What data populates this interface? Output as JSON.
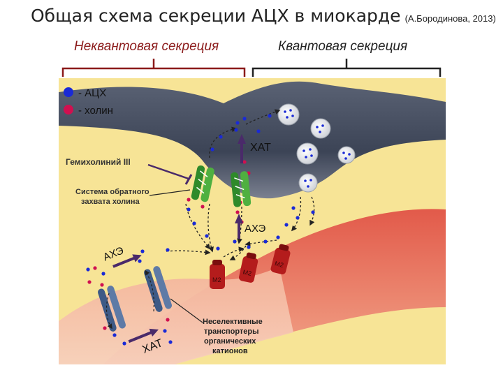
{
  "header": {
    "title": "Общая схема секреции АЦХ в миокарде",
    "citation": "(А.Бородинова, 2013)"
  },
  "sections": {
    "nonquantal": "Неквантовая секреция",
    "quantal": "Квантовая секреция"
  },
  "legend": {
    "ach": "- АЦХ",
    "choline": "- холин",
    "ach_color": "#1a2ad6",
    "choline_color": "#d01050"
  },
  "labels": {
    "hat_top": "ХАТ",
    "hemicholinium": "Гемихолиний III",
    "reuptake": [
      "Система обратного",
      "захвата холина"
    ],
    "ache_center": "АХЭ",
    "ache_left": "АХЭ",
    "hat_bottom": "ХАТ",
    "receptor": "М2",
    "transporters": [
      "Неселективные",
      "транспортеры",
      "органических",
      "катионов"
    ]
  },
  "colors": {
    "background_cell": "#f7e496",
    "nerve_terminal": "#4a5468",
    "muscle_cell": "#e8846a",
    "receptor": "#b41c1c",
    "transporter_channel": "#3e5a86",
    "reuptake_channel": "#2f8a2a"
  }
}
